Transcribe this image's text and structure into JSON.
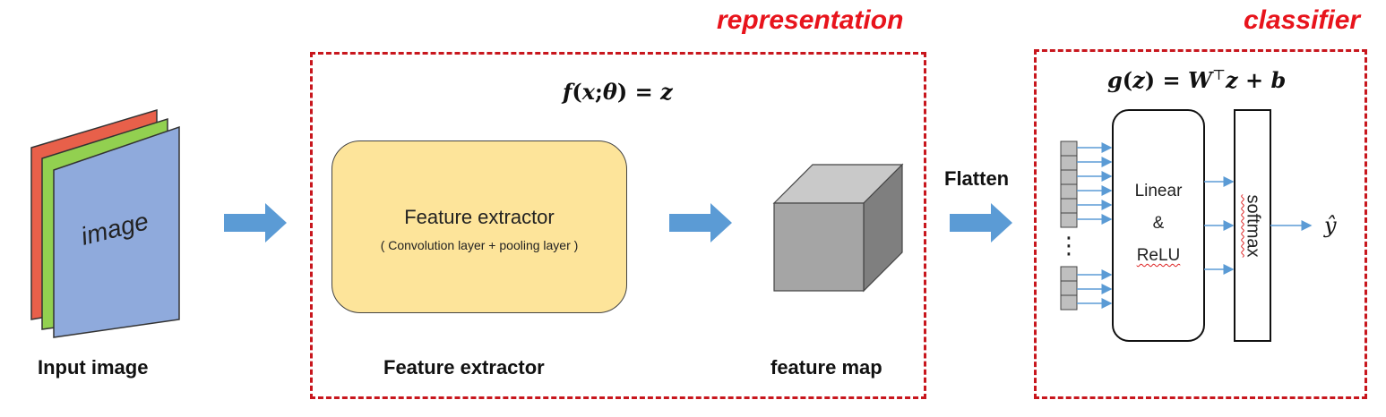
{
  "regions": {
    "representation_label": "representation",
    "classifier_label": "classifier"
  },
  "input": {
    "image_text": "image",
    "caption": "Input image"
  },
  "representation": {
    "formula": {
      "f": "f",
      "open": "(",
      "x": "x",
      "sep": ";",
      "theta": "θ",
      "close": ")",
      "eq": " = ",
      "z": "z"
    },
    "extractor_title": "Feature extractor",
    "extractor_subtitle": "( Convolution layer + pooling layer )",
    "extractor_caption": "Feature extractor",
    "feature_map_caption": "feature map"
  },
  "flatten_label": "Flatten",
  "classifier": {
    "formula": {
      "g": "g",
      "open": "(",
      "z": "z",
      "close": ")",
      "eq": " = ",
      "W": "W",
      "T": "⊤",
      "z2": "z",
      "plus": " + ",
      "b": "b"
    },
    "linear_label": "Linear",
    "amp_label": "&",
    "relu_label": "ReLU",
    "softmax_label": "softmax",
    "vdots": "⋮",
    "output_label": "ŷ"
  },
  "colors": {
    "arrow_blue": "#5b9bd5",
    "dashed_red": "#c8161d",
    "label_red": "#e8141c",
    "layer_red": "#e8604a",
    "layer_green": "#92d050",
    "layer_blue": "#8faadc",
    "extractor_fill": "#fde49a",
    "cube_front": "#a5a5a5",
    "cube_top": "#c9c9c9",
    "cube_side": "#7f7f7f"
  }
}
